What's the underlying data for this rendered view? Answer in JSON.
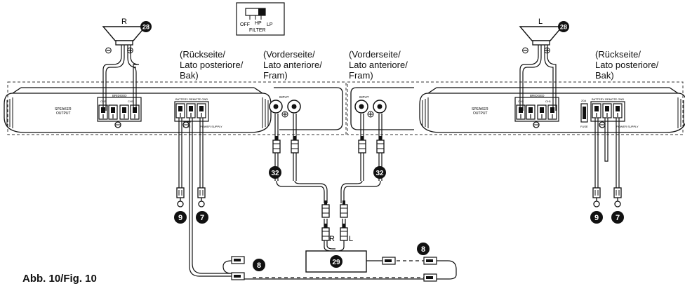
{
  "caption": "Abb. 10/Fig. 10",
  "filter_switch": {
    "title": "FILTER",
    "positions": [
      "OFF",
      "HP",
      "LP"
    ]
  },
  "speaker_right": {
    "label": "R",
    "minus": "⊖",
    "plus": "⊕",
    "ref": "28"
  },
  "speaker_left": {
    "label": "L",
    "minus": "⊖",
    "plus": "⊕",
    "ref": "28"
  },
  "views": {
    "rear_right": "(Rückseite/\nLato posteriore/\nBak)",
    "front_right": "(Vorderseite/\nLato anteriore/\nFram)",
    "front_left": "(Vorderseite/\nLato anteriore/\nFram)",
    "rear_left": "(Rückseite/\nLato posteriore/\nBak)"
  },
  "amp_text": {
    "speaker_output": "SPEAKER\nOUTPUT",
    "bridged": "BRIDGED",
    "ch2": "CH 2",
    "ch1": "CH 1",
    "fuse": "FUSE",
    "fuse_rating": "20A",
    "battery": "BATTERY",
    "remote": "REMOTE",
    "gnd": "GND",
    "power_supply": "POWER SUPPLY",
    "input": "INPUT"
  },
  "refs": {
    "battery_lead": "9",
    "ground_lead": "7",
    "rca_cable": "32",
    "head_unit": "29",
    "remote_connector": "8"
  },
  "rca_channels": {
    "right": "R",
    "left": "L"
  }
}
